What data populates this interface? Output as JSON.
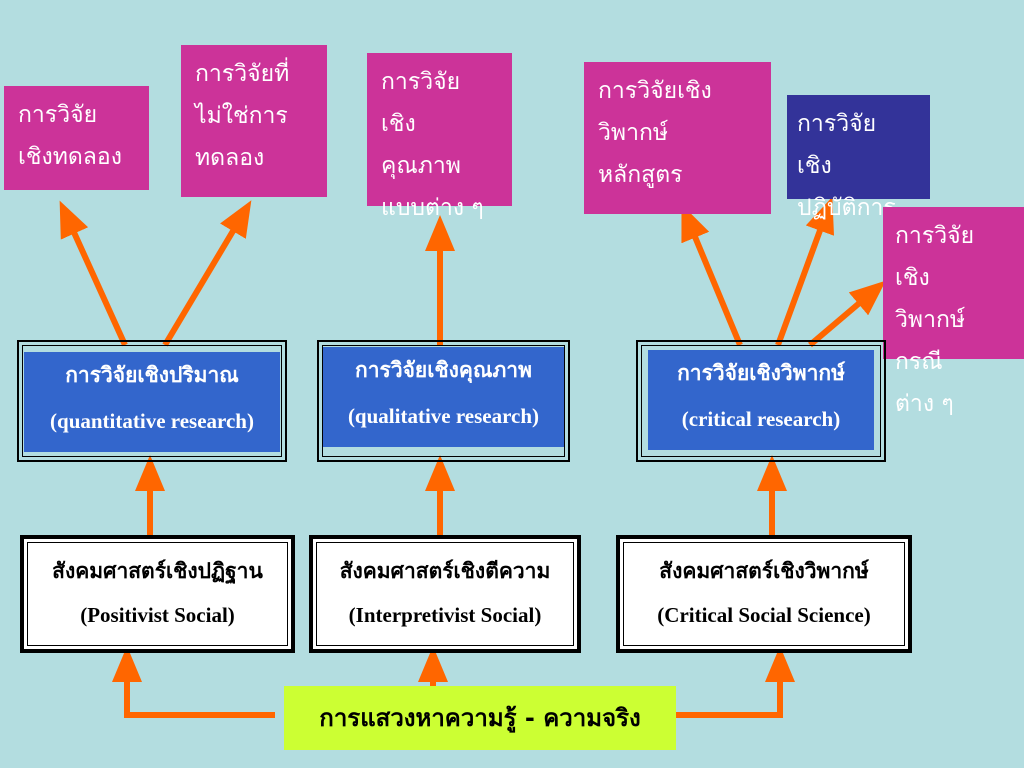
{
  "research_types": [
    {
      "lines": [
        "การวิจัย",
        "เชิงทดลอง"
      ]
    },
    {
      "lines": [
        "การวิจัยที่",
        "ไม่ใช่การ",
        "ทดลอง"
      ]
    },
    {
      "lines": [
        "การวิจัย",
        "เชิง",
        "คุณภาพ",
        "แบบต่าง ๆ"
      ]
    },
    {
      "lines": [
        "การวิจัยเชิง",
        "วิพากษ์",
        "หลักสูตร"
      ]
    },
    {
      "lines": [
        "การวิจัย",
        "เชิง",
        "ปฏิบัติการ"
      ]
    },
    {
      "lines": [
        "การวิจัย",
        "เชิง",
        "วิพากษ์",
        "กรณี",
        "ต่าง ๆ"
      ]
    }
  ],
  "methods": [
    {
      "thai": "การวิจัยเชิงปริมาณ",
      "english": "(quantitative research)"
    },
    {
      "thai": "การวิจัยเชิงคุณภาพ",
      "english": "(qualitative research)"
    },
    {
      "thai": "การวิจัยเชิงวิพากษ์",
      "english": "(critical  research)"
    }
  ],
  "paradigms": [
    {
      "thai": "สังคมศาสตร์เชิงปฏิฐาน",
      "english": "(Positivist  Social)"
    },
    {
      "thai": "สังคมศาสตร์เชิงตีความ",
      "english": "(Interpretivist  Social)"
    },
    {
      "thai": "สังคมศาสตร์เชิงวิพากษ์",
      "english": "(Critical  Social  Science)"
    }
  ],
  "root": {
    "label": "การแสวงหาความรู้ - ความจริง"
  },
  "colors": {
    "background": "#b3dde0",
    "pink": "#cc3399",
    "navy": "#333399",
    "blue": "#3366cc",
    "lime": "#ccff33",
    "arrow": "#ff6600"
  }
}
